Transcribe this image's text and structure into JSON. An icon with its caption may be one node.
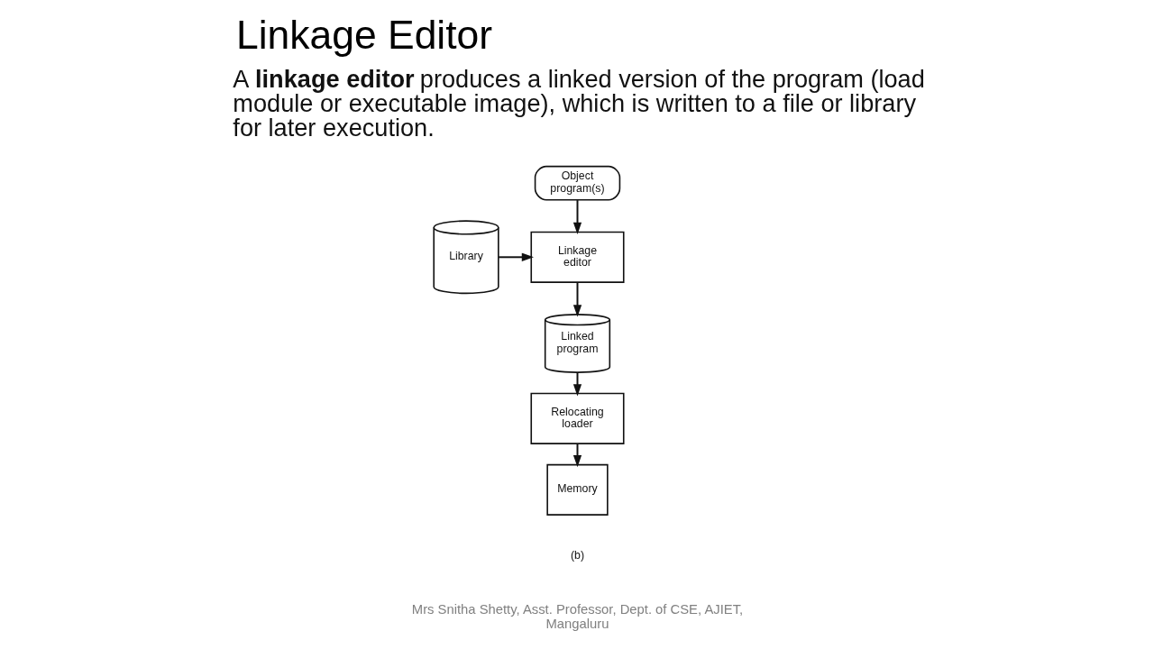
{
  "diagram": {
    "title": "Linkage Editor",
    "nodes": [
      {
        "text": [
          "Object program(s)"
        ]
      },
      {
        "text": [
          "Library"
        ]
      },
      {
        "text": [
          "Linkage editor"
        ]
      },
      {
        "text": [
          "Linked program"
        ]
      },
      {
        "text": [
          "Relocating loader"
        ]
      },
      {
        "text": [
          "Memory"
        ]
      }
    ],
    "edges": [
      {
        "from": 0,
        "to": 2,
        "arrow": "to"
      },
      {
        "from": 1,
        "to": 2,
        "arrow": "to"
      },
      {
        "from": 2,
        "to": 3,
        "arrow": "to"
      },
      {
        "from": 3,
        "to": 4,
        "arrow": "to"
      },
      {
        "from": 4,
        "to": 5,
        "arrow": "to"
      }
    ],
    "labels": [
      "A **linkage editor** produces a linked version of the program (load module or executable image), which is written to a file or library for later execution.",
      "(b)",
      "Mrs Snitha Shetty, Asst. Professor, Dept. of CSE, AJIET, Mangaluru"
    ]
  }
}
